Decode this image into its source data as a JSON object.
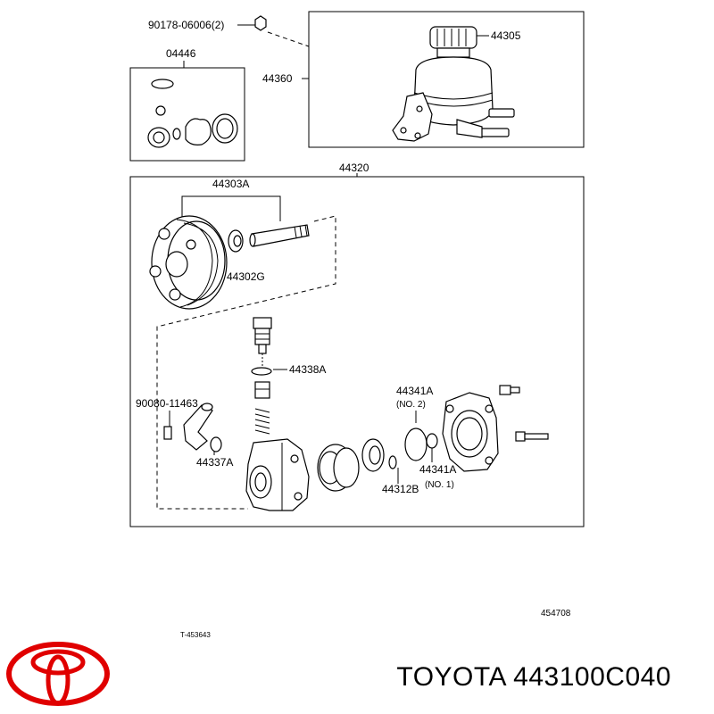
{
  "callouts": {
    "nut": "90178-06006(2)",
    "gasket_kit": "04446",
    "reservoir_cap": "44305",
    "reservoir": "44360",
    "pump_assy": "44320",
    "pulley_shaft": "44303A",
    "shaft_seal": "44302G",
    "valve_oring": "44338A",
    "union_bolt": "90080-11463",
    "union_oring": "44337A",
    "oring_no2_code": "44341A",
    "oring_no2_note": "(NO. 2)",
    "oring_no1_code": "44341A",
    "oring_no1_note": "(NO. 1)",
    "cam_ring": "44312B"
  },
  "refs": {
    "illustration_id": "454708",
    "sheet_ref": "T-453643"
  },
  "brand": {
    "text": "TOYOTA 443100C040",
    "logo_color": "#e00000"
  }
}
